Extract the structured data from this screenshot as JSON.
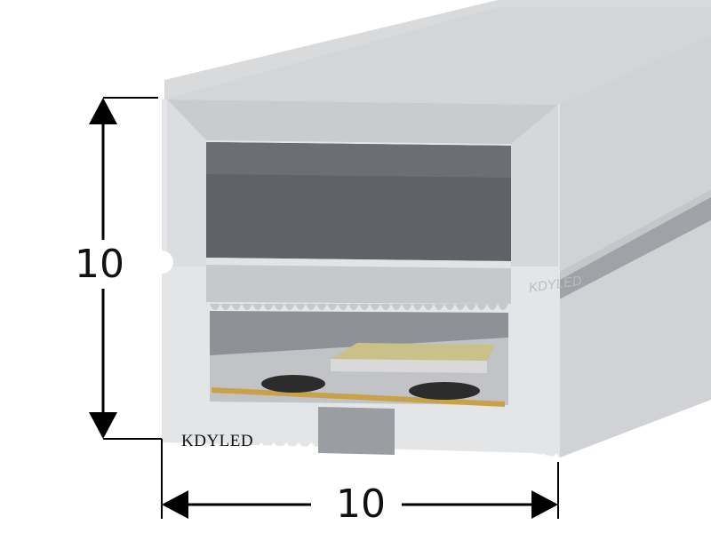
{
  "diagram": {
    "height_label": "10",
    "width_label": "10",
    "brand_label": "KDYLED",
    "watermark_text": "KDYLED"
  },
  "colors": {
    "profile_light": "#e6e7e9",
    "profile_mid": "#cfd1d4",
    "profile_shade": "#aeb1b5",
    "channel_dark": "#5b5e62",
    "channel_top": "#6e7175",
    "pcb_strip": "#c8a24a",
    "led_chip": "#c9c08a",
    "arrow": "#000000"
  }
}
